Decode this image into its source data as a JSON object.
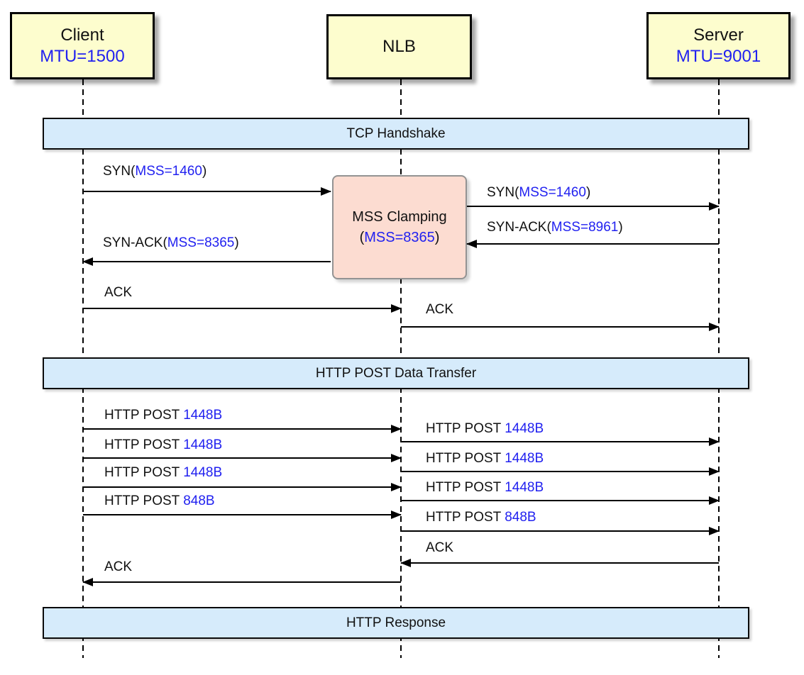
{
  "actors": [
    {
      "name": "Client",
      "mtu": "MTU=1500"
    },
    {
      "name": "NLB",
      "mtu": ""
    },
    {
      "name": "Server",
      "mtu": "MTU=9001"
    }
  ],
  "sections": [
    {
      "title": "TCP Handshake"
    },
    {
      "title": "HTTP POST Data Transfer"
    },
    {
      "title": "HTTP Response"
    }
  ],
  "note": {
    "title": "MSS Clamping",
    "pre": "(",
    "value": "MSS=8365",
    "suf": ")"
  },
  "messages": [
    {
      "pre": "SYN(",
      "value": "MSS=1460",
      "suf": ")"
    },
    {
      "pre": "SYN(",
      "value": "MSS=1460",
      "suf": ")"
    },
    {
      "pre": "SYN-ACK(",
      "value": "MSS=8961",
      "suf": ")"
    },
    {
      "pre": "SYN-ACK(",
      "value": "MSS=8365",
      "suf": ")"
    },
    {
      "pre": "ACK",
      "value": "",
      "suf": ""
    },
    {
      "pre": "ACK",
      "value": "",
      "suf": ""
    },
    {
      "pre": "HTTP POST ",
      "value": "1448B",
      "suf": ""
    },
    {
      "pre": "HTTP POST ",
      "value": "1448B",
      "suf": ""
    },
    {
      "pre": "HTTP POST ",
      "value": "1448B",
      "suf": ""
    },
    {
      "pre": "HTTP POST ",
      "value": "848B",
      "suf": ""
    },
    {
      "pre": "HTTP POST ",
      "value": "1448B",
      "suf": ""
    },
    {
      "pre": "HTTP POST ",
      "value": "1448B",
      "suf": ""
    },
    {
      "pre": "HTTP POST ",
      "value": "1448B",
      "suf": ""
    },
    {
      "pre": "HTTP POST ",
      "value": "848B",
      "suf": ""
    },
    {
      "pre": "ACK",
      "value": "",
      "suf": ""
    },
    {
      "pre": "ACK",
      "value": "",
      "suf": ""
    }
  ],
  "colors": {
    "actor_fill": "#FDFDCE",
    "section_fill": "#D6EBFB",
    "note_fill": "#FCDCD1",
    "accent_blue_text": "#2121F0",
    "line": "#000000"
  }
}
